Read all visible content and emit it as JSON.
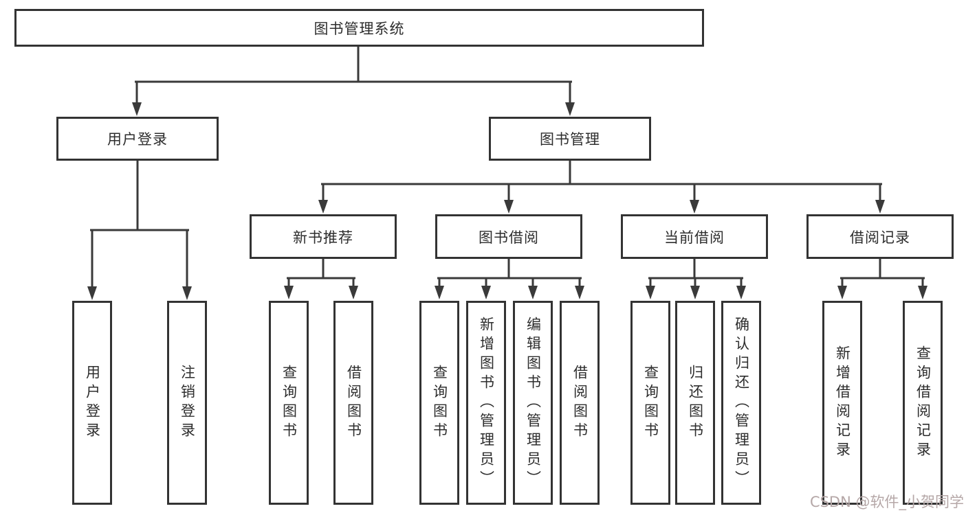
{
  "diagram": {
    "root": {
      "label": "图书管理系统"
    },
    "branches": [
      {
        "label": "用户登录",
        "children": [
          {
            "label": "用户登录"
          },
          {
            "label": "注销登录"
          }
        ]
      },
      {
        "label": "图书管理",
        "children": [
          {
            "label": "新书推荐",
            "children": [
              {
                "label": "查询图书"
              },
              {
                "label": "借阅图书"
              }
            ]
          },
          {
            "label": "图书借阅",
            "children": [
              {
                "label": "查询图书"
              },
              {
                "label": "新增图书（管理员）"
              },
              {
                "label": "编辑图书（管理员）"
              },
              {
                "label": "借阅图书"
              }
            ]
          },
          {
            "label": "当前借阅",
            "children": [
              {
                "label": "查询图书"
              },
              {
                "label": "归还图书"
              },
              {
                "label": "确认归还（管理员）"
              }
            ]
          },
          {
            "label": "借阅记录",
            "children": [
              {
                "label": "新增借阅记录"
              },
              {
                "label": "查询借阅记录"
              }
            ]
          }
        ]
      }
    ]
  },
  "watermark": {
    "text": "CSDN @软件_小贺同学"
  },
  "colors": {
    "line": "#3a3a3a",
    "border": "#333333",
    "text": "#2d2d2d",
    "watermark": "#b5a7a7"
  }
}
